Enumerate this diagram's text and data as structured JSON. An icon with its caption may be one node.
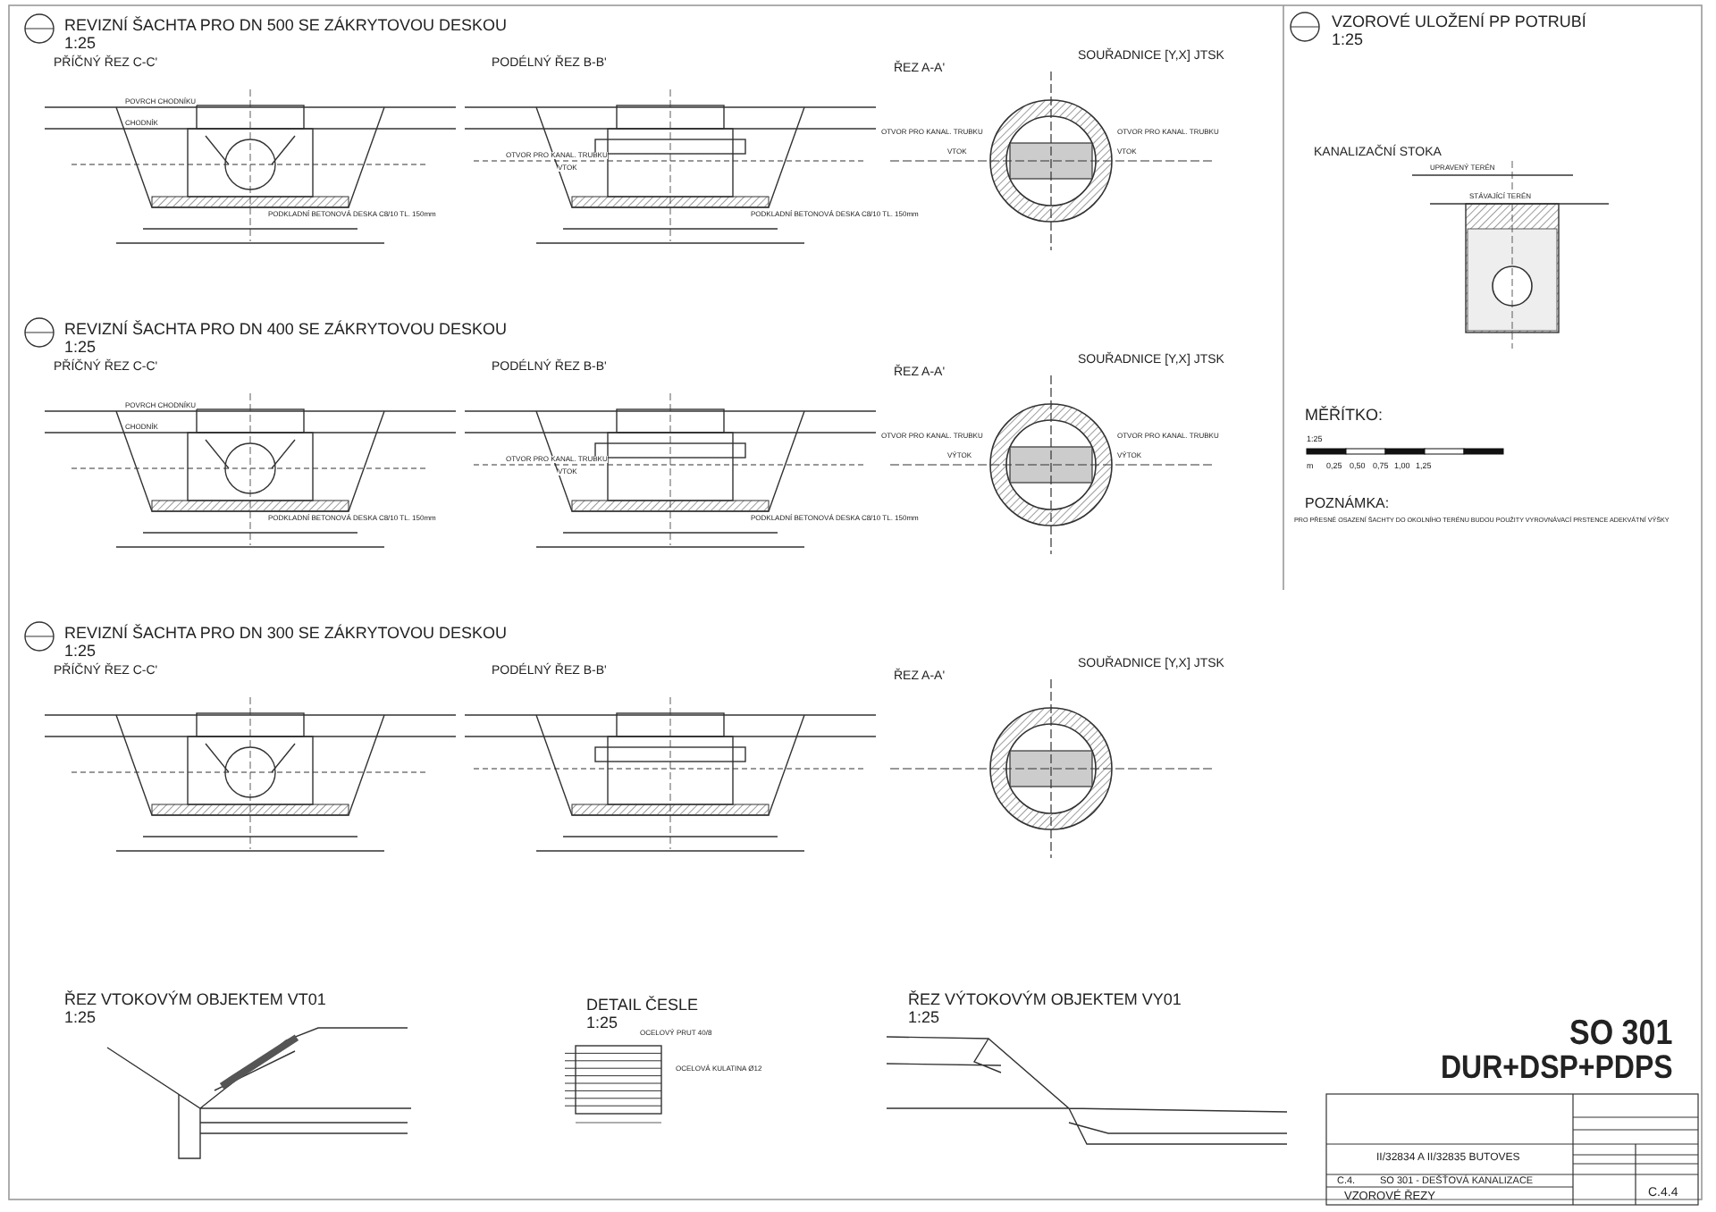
{
  "diagram": {
    "labels": [
      "REVIZNÍ ŠACHTA PRO DN 500 SE ZÁKRYTOVOU DESKOU",
      "1:25",
      "PŘÍČNÝ ŘEZ C-C'",
      "POVRCH CHODNÍKU",
      "CHODNÍK",
      "PODKLADNÍ BETONOVÁ DESKA C8/10 TL. 150mm",
      "PODÉLNÝ ŘEZ B-B'",
      "OTVOR PRO KANAL. TRUBKU",
      "VTOK",
      "PODKLADNÍ BETONOVÁ DESKA C8/10 TL. 150mm",
      "ŘEZ A-A'",
      "SOUŘADNICE [Y,X] JTSK",
      "OTVOR PRO KANAL. TRUBKU",
      "VTOK",
      "OTVOR PRO KANAL. TRUBKU",
      "VTOK",
      "VZOROVÉ ULOŽENÍ PP POTRUBÍ",
      "1:25",
      "KANALIZAČNÍ STOKA",
      "UPRAVENÝ TERÉN",
      "STÁVAJÍCÍ TERÉN",
      "REVIZNÍ ŠACHTA PRO DN 400 SE ZÁKRYTOVOU DESKOU",
      "1:25",
      "PŘÍČNÝ ŘEZ C-C'",
      "POVRCH CHODNÍKU",
      "CHODNÍK",
      "PODKLADNÍ BETONOVÁ DESKA C8/10 TL. 150mm",
      "PODÉLNÝ ŘEZ B-B'",
      "OTVOR PRO KANAL. TRUBKU",
      "VTOK",
      "PODKLADNÍ BETONOVÁ DESKA C8/10 TL. 150mm",
      "ŘEZ A-A'",
      "SOUŘADNICE [Y,X] JTSK",
      "OTVOR PRO KANAL. TRUBKU",
      "VÝTOK",
      "OTVOR PRO KANAL. TRUBKU",
      "VÝTOK",
      "MĚŘÍTKO:",
      "1:25",
      "m",
      "0,25",
      "0,50",
      "0,75",
      "1,00",
      "1,25",
      "POZNÁMKA:",
      "PRO PŘESNÉ OSAZENÍ ŠACHTY DO OKOLNÍHO TERÉNU BUDOU POUŽITY VYROVNÁVACÍ PRSTENCE ADEKVÁTNÍ VÝŠKY",
      "REVIZNÍ ŠACHTA PRO DN 300 SE ZÁKRYTOVOU DESKOU",
      "1:25",
      "PŘÍČNÝ ŘEZ C-C'",
      "PODÉLNÝ ŘEZ B-B'",
      "ŘEZ A-A'",
      "SOUŘADNICE [Y,X] JTSK",
      "ŘEZ VTOKOVÝM OBJEKTEM VT01",
      "1:25",
      "DETAIL ČESLE",
      "1:25",
      "OCELOVÝ PRUT 40/8",
      "OCELOVÁ KULATINA Ø12",
      "ŘEZ VÝTOKOVÝM OBJEKTEM VY01",
      "1:25",
      "SO 301",
      "DUR+DSP+PDPS",
      "II/32834 A II/32835 BUTOVES",
      "C.4.",
      "SO 301 - DEŠŤOVÁ KANALIZACE",
      "VZOROVÉ ŘEZY",
      "C.4.4"
    ]
  }
}
